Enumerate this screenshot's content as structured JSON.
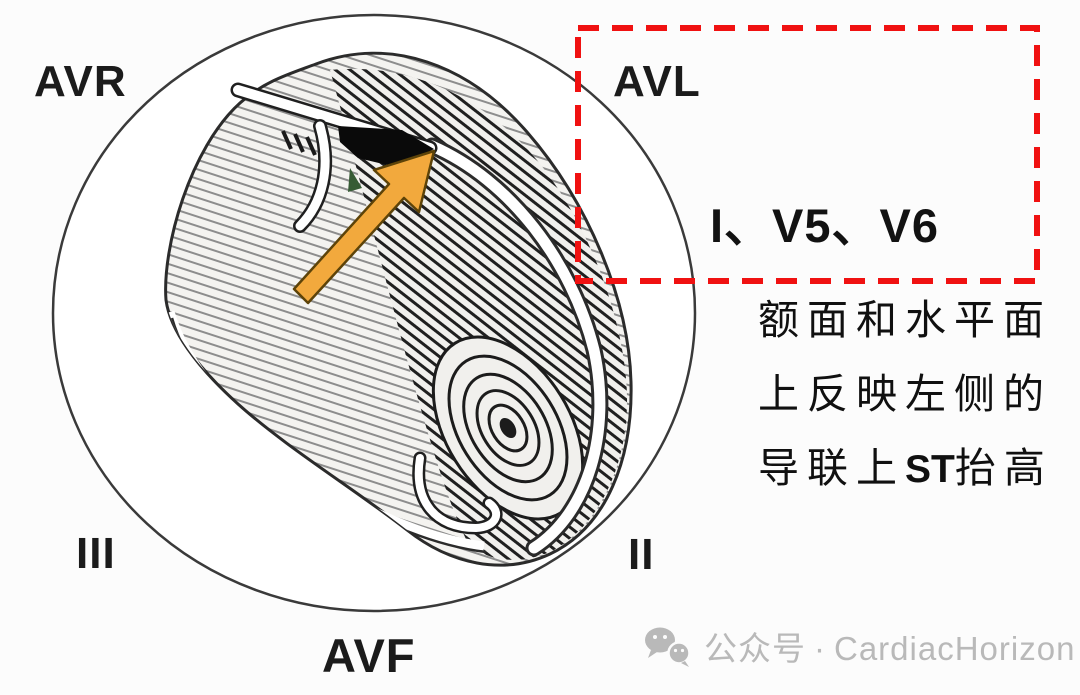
{
  "page": {
    "background": "#fcfcfc"
  },
  "figure": {
    "lead_labels": {
      "avr": "AVR",
      "avl": "AVL",
      "iii": "III",
      "ii": "II",
      "avf": "AVF"
    },
    "highlight": {
      "leads": "I、V5、V6"
    },
    "annotation": {
      "line1": "额面和水平面",
      "line2": "上反映左侧的",
      "line3_prefix": "导联上",
      "line3_bold": "ST",
      "line3_suffix": "抬高"
    },
    "colors": {
      "axis_arrow": "#F2A93D",
      "highlight_box": "#F01111",
      "line_art": "#2B2B2B",
      "watermark": "#B9B9B9"
    }
  },
  "watermark": {
    "icon": "wechat-icon",
    "platform": "公众号",
    "separator": "·",
    "brand": "CardiacHorizon"
  }
}
